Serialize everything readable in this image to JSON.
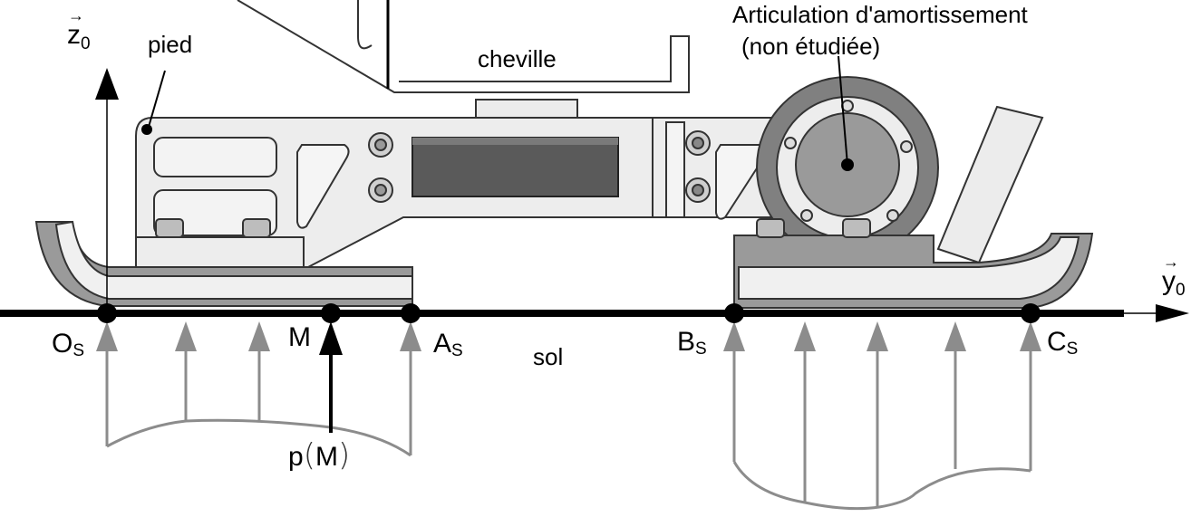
{
  "axes": {
    "z_letter": "z",
    "z_sub": "0",
    "y_letter": "y",
    "y_sub": "0"
  },
  "labels": {
    "pied": "pied",
    "cheville": "cheville",
    "articulation_line1": "Articulation d'amortissement",
    "articulation_line2": "(non étudiée)",
    "sol": "sol",
    "pressure_p": "p",
    "pressure_open": "(",
    "pressure_M": "M",
    "pressure_close": ")"
  },
  "points": {
    "Os": {
      "letter": "O",
      "sub": "S"
    },
    "M": {
      "letter": "M"
    },
    "As": {
      "letter": "A",
      "sub": "S"
    },
    "Bs": {
      "letter": "B",
      "sub": "S"
    },
    "Cs": {
      "letter": "C",
      "sub": "S"
    }
  },
  "colors": {
    "ground": "#000000",
    "force_arrow": "#8c8c8c",
    "machine_fill": "#e6e6e6",
    "machine_stroke": "#333333",
    "dark_bar": "#5a5a5a",
    "disc": "#9a9a9a",
    "ring": "#808080"
  }
}
